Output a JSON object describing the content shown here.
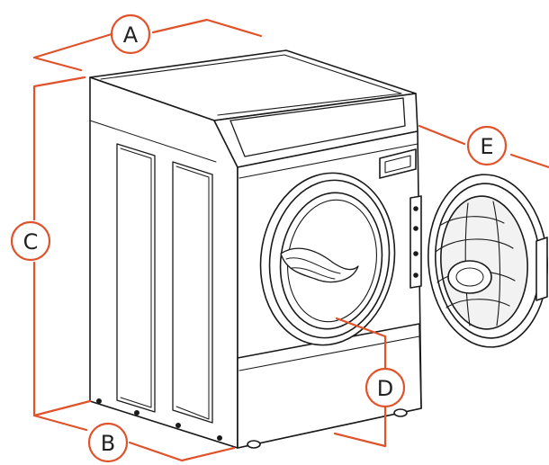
{
  "diagram": {
    "callouts": {
      "a": "A",
      "b": "B",
      "c": "C",
      "d": "D",
      "e": "E"
    },
    "colors": {
      "dimension_line": "#e0522a",
      "outline": "#1a1a1a",
      "fill": "#ffffff",
      "shade": "#f2f2f2"
    }
  }
}
